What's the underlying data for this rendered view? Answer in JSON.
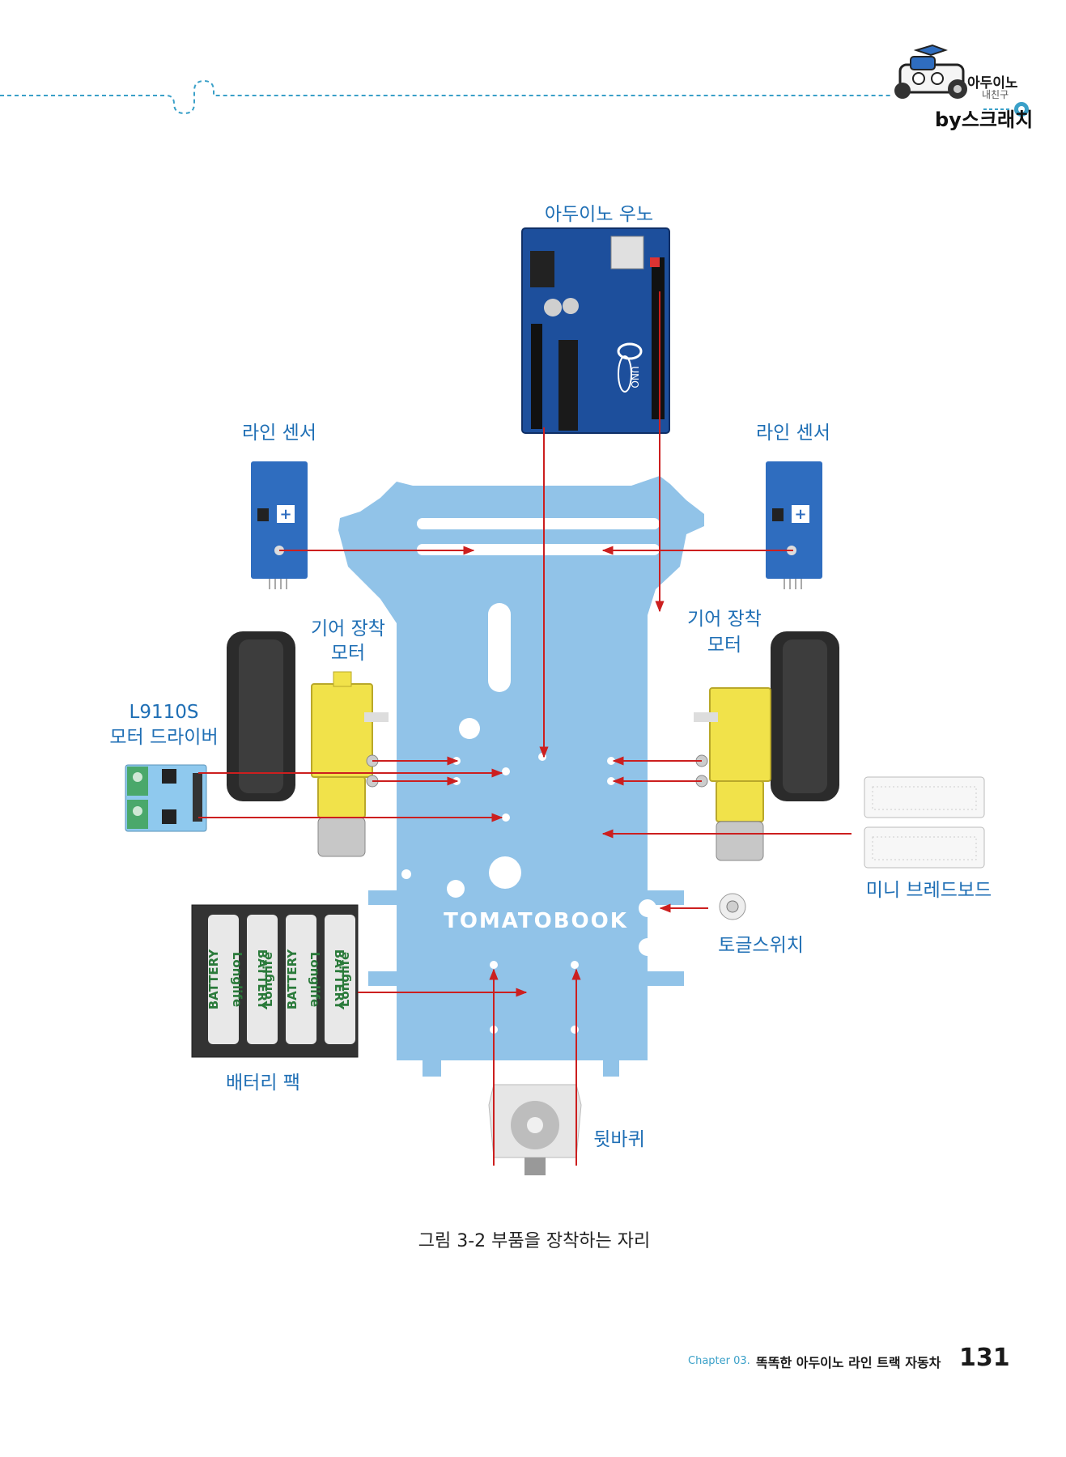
{
  "header": {
    "brand_line1": "아두이노",
    "brand_line2": "내친구",
    "brand_line3": "by스크래치"
  },
  "diagram": {
    "plate_text": "TOMATOBOOK",
    "labels": {
      "arduino": "아두이노 우노",
      "line_sensor_left": "라인 센서",
      "line_sensor_right": "라인 센서",
      "gear_motor_left_1": "기어 장착",
      "gear_motor_left_2": "모터",
      "gear_motor_right_1": "기어 장착",
      "gear_motor_right_2": "모터",
      "driver_1": "L9110S",
      "driver_2": "모터 드라이버",
      "breadboard": "미니 브레드보드",
      "toggle": "토글스위치",
      "battery": "배터리 팩",
      "rear_wheel": "뒷바퀴"
    },
    "battery_text": [
      "BATTERY",
      "Longlife"
    ],
    "arduino_text": "UNO",
    "colors": {
      "plate": "#91c3e8",
      "arrow": "#cc1f1f",
      "label": "#1f6fb5",
      "pcb": "#1d4f9c",
      "sensor": "#2f6dbf",
      "motor": "#f1e24a",
      "driver": "#8fc9ee",
      "terminal": "#4aa86b"
    }
  },
  "caption": "그림 3-2  부품을 장착하는 자리",
  "footer": {
    "chapter": "Chapter 03.",
    "title": "똑똑한 아두이노 라인 트랙 자동차",
    "page": "131"
  }
}
